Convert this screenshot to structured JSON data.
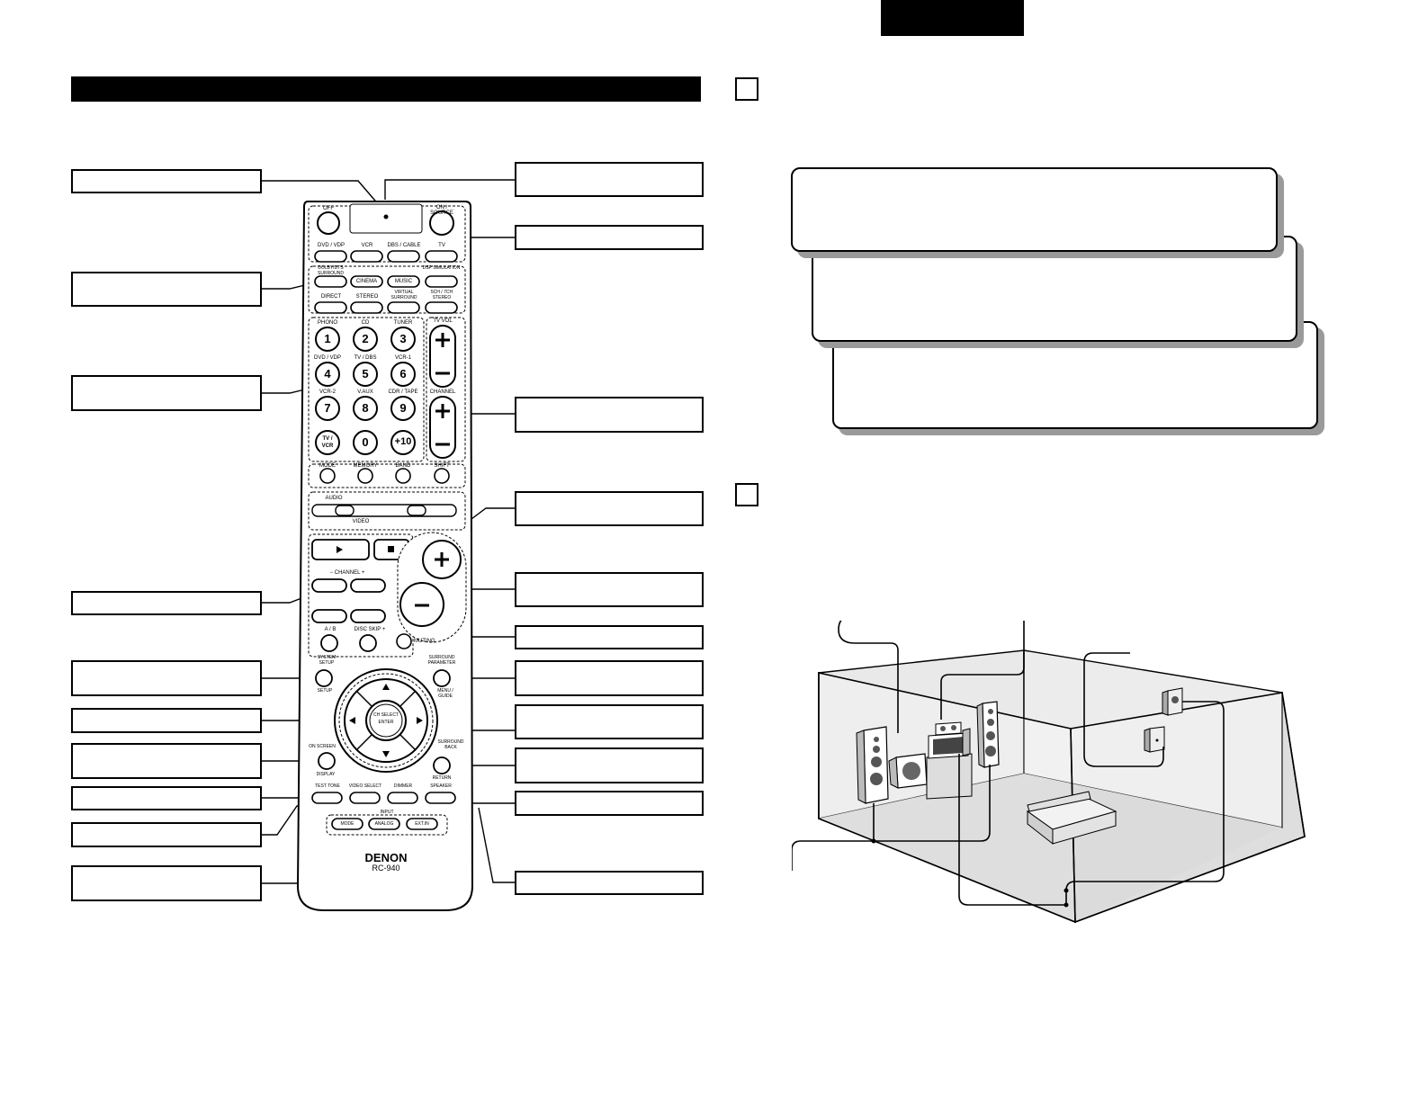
{
  "remote": {
    "brand": "DENON",
    "model": "RC-940",
    "buttons": {
      "off": "OFF",
      "on_source": "ON / SOURCE",
      "dvd_vdp": "DVD / VDP",
      "vcr": "VCR",
      "dbs_cable": "DBS / CABLE",
      "tv": "TV",
      "dolby_dts_surround": "DOLBY/DTS SURROUND",
      "cinema": "CINEMA",
      "music": "MUSIC",
      "dsp_simulation": "DSP SIMULATION",
      "direct": "DIRECT",
      "stereo": "STEREO",
      "virtual_surround": "VIRTUAL SURROUND",
      "ch_stereo": "5CH / 7CH STEREO",
      "phono": "PHONO",
      "cd": "CD",
      "tuner": "TUNER",
      "tv_vol": "TV VOL",
      "dvd_vdp_2": "DVD / VDP",
      "tv_dbs": "TV / DBS",
      "vcr1": "VCR-1",
      "vcr2": "VCR-2",
      "vaux": "V.AUX",
      "cdr_tape": "CDR / TAPE",
      "channel": "CHANNEL",
      "tv_vcr": "TV / VCR",
      "mode": "MODE",
      "memory": "MEMORY",
      "band": "BAND",
      "shift": "SHIFT",
      "audio": "AUDIO",
      "video": "VIDEO",
      "channel_minus_plus": "−  CHANNEL  +",
      "a_b": "A / B",
      "disc_skip": "DISC SKIP +",
      "muting": "MUTING",
      "system_setup": "SYSTEM SETUP",
      "setup": "SETUP",
      "surround_parameter": "SURROUND PARAMETER",
      "menu_guide": "MENU / GUIDE",
      "ch_select": "CH SELECT",
      "enter": "ENTER",
      "on_screen": "ON SCREEN",
      "display": "DISPLAY",
      "surround_back": "SURROUND BACK",
      "return": "RETURN",
      "test_tone": "TEST TONE",
      "video_select": "VIDEO SELECT",
      "dimmer": "DIMMER",
      "speaker": "SPEAKER",
      "input": "INPUT",
      "input_mode": "MODE",
      "analog": "ANALOG",
      "ext_in": "EXT.IN"
    },
    "keypad": [
      "1",
      "2",
      "3",
      "4",
      "5",
      "6",
      "7",
      "8",
      "9",
      "TV / VCR",
      "0",
      "+10"
    ]
  },
  "sections": {
    "square_1": "",
    "square_2": ""
  }
}
